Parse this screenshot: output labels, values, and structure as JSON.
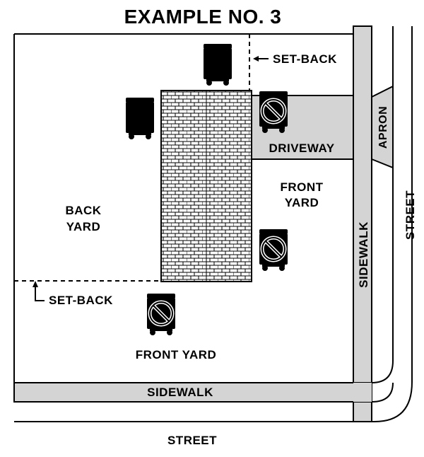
{
  "title": "EXAMPLE NO. 3",
  "labels": {
    "setback_top": "SET-BACK",
    "setback_left": "SET-BACK",
    "driveway": "DRIVEWAY",
    "apron": "APRON",
    "front_yard_right_line1": "FRONT",
    "front_yard_right_line2": "YARD",
    "back_yard_line1": "BACK",
    "back_yard_line2": "YARD",
    "front_yard_bottom": "FRONT YARD",
    "sidewalk_vertical": "SIDEWALK",
    "sidewalk_horizontal": "SIDEWALK",
    "street_right": "STREET",
    "street_bottom": "STREET"
  },
  "carts": [
    {
      "id": "cart-top",
      "allowed": true
    },
    {
      "id": "cart-left",
      "allowed": true
    },
    {
      "id": "cart-driveway",
      "allowed": false
    },
    {
      "id": "cart-front-right",
      "allowed": false
    },
    {
      "id": "cart-front-bottom",
      "allowed": false
    }
  ],
  "colors": {
    "line": "#000000",
    "pavement": "#d4d4d4",
    "background": "#ffffff"
  },
  "icons": {
    "cart": "trash-cart-icon",
    "prohibited": "no-symbol-icon"
  }
}
